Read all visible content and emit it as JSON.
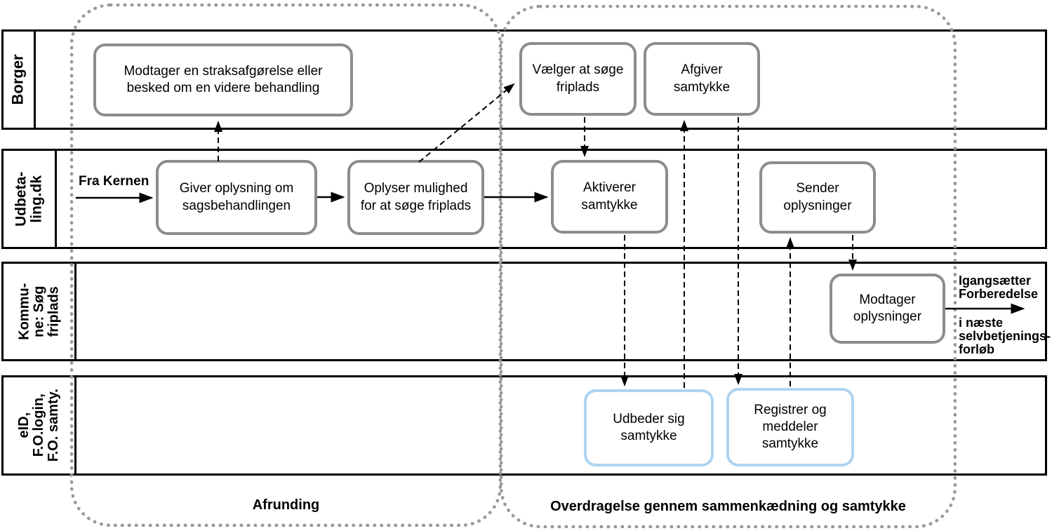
{
  "diagram": {
    "lanes": [
      {
        "id": "borger",
        "label": "Borger"
      },
      {
        "id": "udbetaling",
        "label": "Udbeta-\nling.dk"
      },
      {
        "id": "kommune",
        "label": "Kommu-\nne: Søg\nfriplads"
      },
      {
        "id": "eid",
        "label": "eID,\nF.O.login,\nF.O. samty."
      }
    ],
    "phases": [
      {
        "id": "afrunding",
        "label": "Afrunding"
      },
      {
        "id": "overdragelse",
        "label": "Overdragelse gennem sammenkædning og samtykke"
      }
    ],
    "boxes": {
      "modtager_straks": {
        "label": "Modtager en straksafgørelse eller besked om en videre behandling"
      },
      "vaelger_friplads": {
        "label": "Vælger at søge friplads"
      },
      "afgiver_samtykke": {
        "label": "Afgiver samtykke"
      },
      "giver_oplysning": {
        "label": "Giver oplysning om sagsbehandlingen"
      },
      "oplyser_mulighed": {
        "label": "Oplyser mulighed for at søge friplads"
      },
      "aktiverer_samtykke": {
        "label": "Aktiverer samtykke"
      },
      "sender_oplysninger": {
        "label": "Sender oplysninger"
      },
      "modtager_oplysninger": {
        "label": "Modtager oplysninger"
      },
      "udbeder_samtykke": {
        "label": "Udbeder sig samtykke"
      },
      "registrer_samtykke": {
        "label": "Registrer og meddeler samtykke"
      }
    },
    "annotations": {
      "fra_kernen": "Fra Kernen",
      "igangsaetter": "Igangsætter\nForberedelse",
      "naeste_forloeb": "i næste\nselvbetjenings-\nforløb"
    },
    "colors": {
      "node_border": "#8d8d8d",
      "blue_node_border": "#aed4f0",
      "phase_border": "#999999",
      "lane_border": "#000000",
      "arrow": "#000000"
    }
  }
}
